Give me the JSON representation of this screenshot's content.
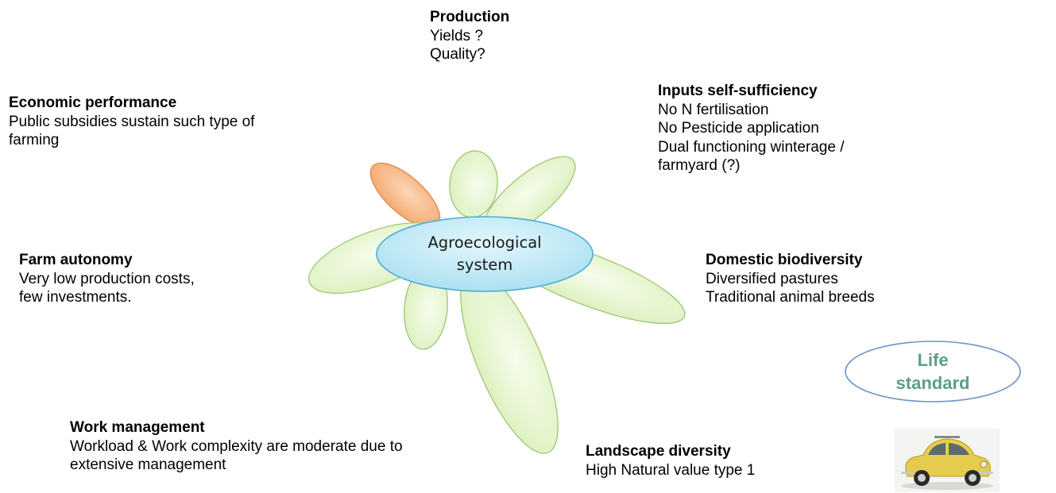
{
  "production": {
    "heading": "Production",
    "lines": [
      "Yields ?",
      "Quality?"
    ]
  },
  "economic": {
    "heading": "Economic performance",
    "lines": [
      "Public subsidies sustain such type of",
      "farming"
    ]
  },
  "inputs": {
    "heading": "Inputs self-sufficiency",
    "lines": [
      "No N fertilisation",
      "No Pesticide application",
      "Dual functioning winterage /",
      "farmyard (?)"
    ]
  },
  "autonomy": {
    "heading": "Farm autonomy",
    "lines": [
      "Very low production costs,",
      "few investments."
    ]
  },
  "domestic": {
    "heading": "Domestic biodiversity",
    "lines": [
      "Diversified pastures",
      "Traditional animal breeds"
    ]
  },
  "work": {
    "heading": "Work management",
    "lines": [
      "Workload & Work complexity are moderate due to",
      "extensive management"
    ]
  },
  "landscape": {
    "heading": "Landscape diversity",
    "lines": [
      "High Natural value type 1"
    ]
  },
  "center": {
    "lines": [
      "Agroecological",
      "system"
    ]
  },
  "life_standard": {
    "lines": [
      "Life",
      "standard"
    ]
  },
  "colors": {
    "petal_fill": "#e4f5c8",
    "petal_stroke": "#9cc872",
    "accent_petal_fill": "#f8b27e",
    "accent_petal_stroke": "#e08a46",
    "center_fill": "#c6ecf6",
    "center_stroke": "#4aaed2",
    "life_text": "#5c9e8a",
    "life_stroke": "#6d94c8",
    "car_body": "#e5cc4e"
  },
  "icons": {
    "car": "vintage-car-icon"
  }
}
